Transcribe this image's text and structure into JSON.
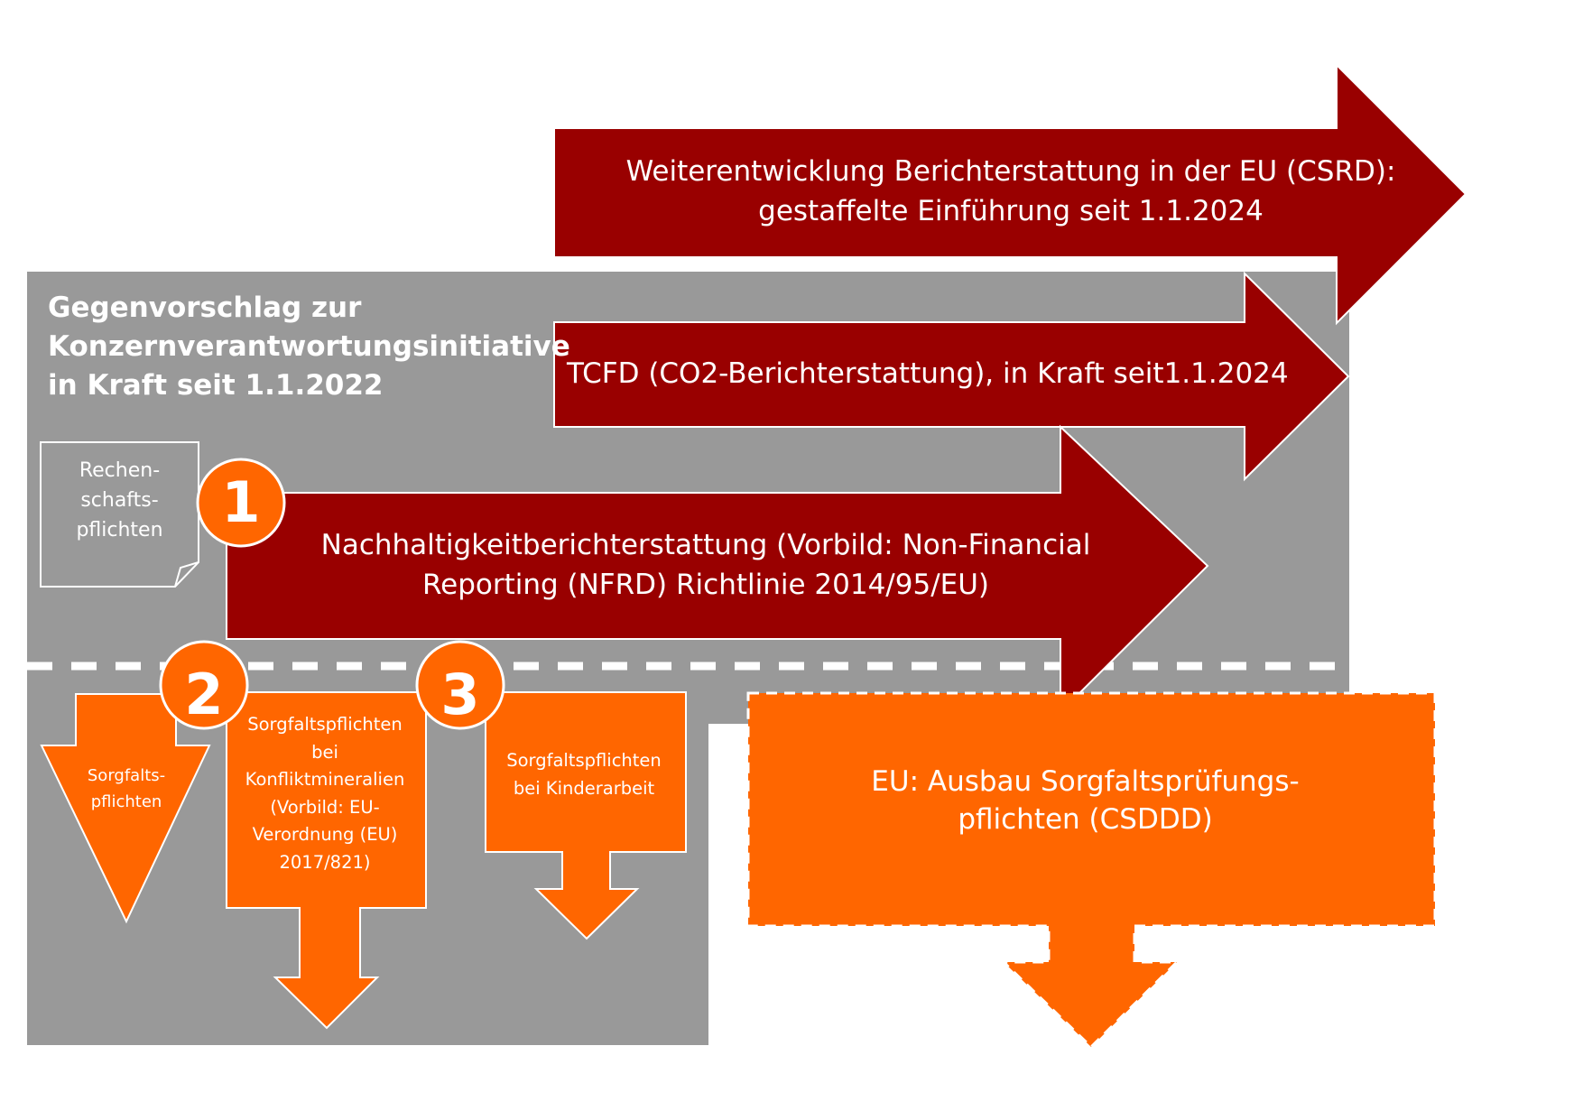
{
  "colors": {
    "dark_red": "#990000",
    "orange": "#ff6600",
    "gray": "#999999",
    "white": "#ffffff"
  },
  "title_block": {
    "line1": "Gegenvorschlag zur",
    "line2": "Konzernverantwortungsinitiative",
    "line3": "in Kraft seit 1.1.2022"
  },
  "csrd_arrow": {
    "line1": "Weiterentwicklung Berichterstattung in der EU (CSRD):",
    "line2": "gestaffelte Einführung seit 1.1.2024"
  },
  "tcfd_arrow": {
    "label": "TCFD (CO2-Berichterstattung), in Kraft seit1.1.2024"
  },
  "nfrd_arrow": {
    "line1": "Nachhaltigkeitberichterstattung (Vorbild: Non-Financial",
    "line2": "Reporting (NFRD) Richtlinie 2014/95/EU)"
  },
  "rechenschaft_note": {
    "line1": "Rechen-",
    "line2": "schafts-",
    "line3": "pflichten"
  },
  "badges": [
    "1",
    "2",
    "3"
  ],
  "sorgfalt_arrow": {
    "line1": "Sorgfalts-",
    "line2": "pflichten"
  },
  "konfliktmineralien_arrow": {
    "lines": [
      "Sorgfaltspflichten",
      "bei",
      "Konfliktmineralien",
      "(Vorbild: EU-",
      "Verordnung (EU)",
      "2017/821)"
    ]
  },
  "kinderarbeit_arrow": {
    "line1": "Sorgfaltspflichten",
    "line2": "bei Kinderarbeit"
  },
  "csddd_arrow": {
    "line1": "EU: Ausbau Sorgfaltsprüfungs-",
    "line2": "pflichten (CSDDD)"
  }
}
